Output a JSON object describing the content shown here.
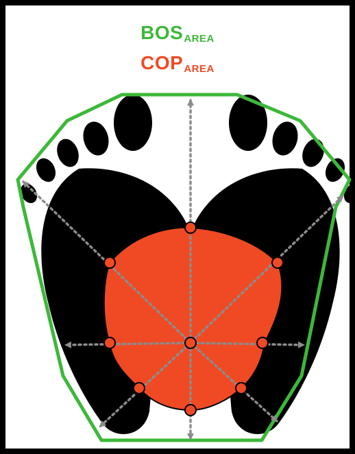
{
  "legend": {
    "bos_main": "BOS",
    "bos_sub": "AREA",
    "cop_main": "COP",
    "cop_sub": "AREA"
  },
  "colors": {
    "bos": "#3db83a",
    "cop": "#ef4a24",
    "foot": "#000000",
    "axis": "#8c8c8c",
    "frame": "#000000"
  }
}
